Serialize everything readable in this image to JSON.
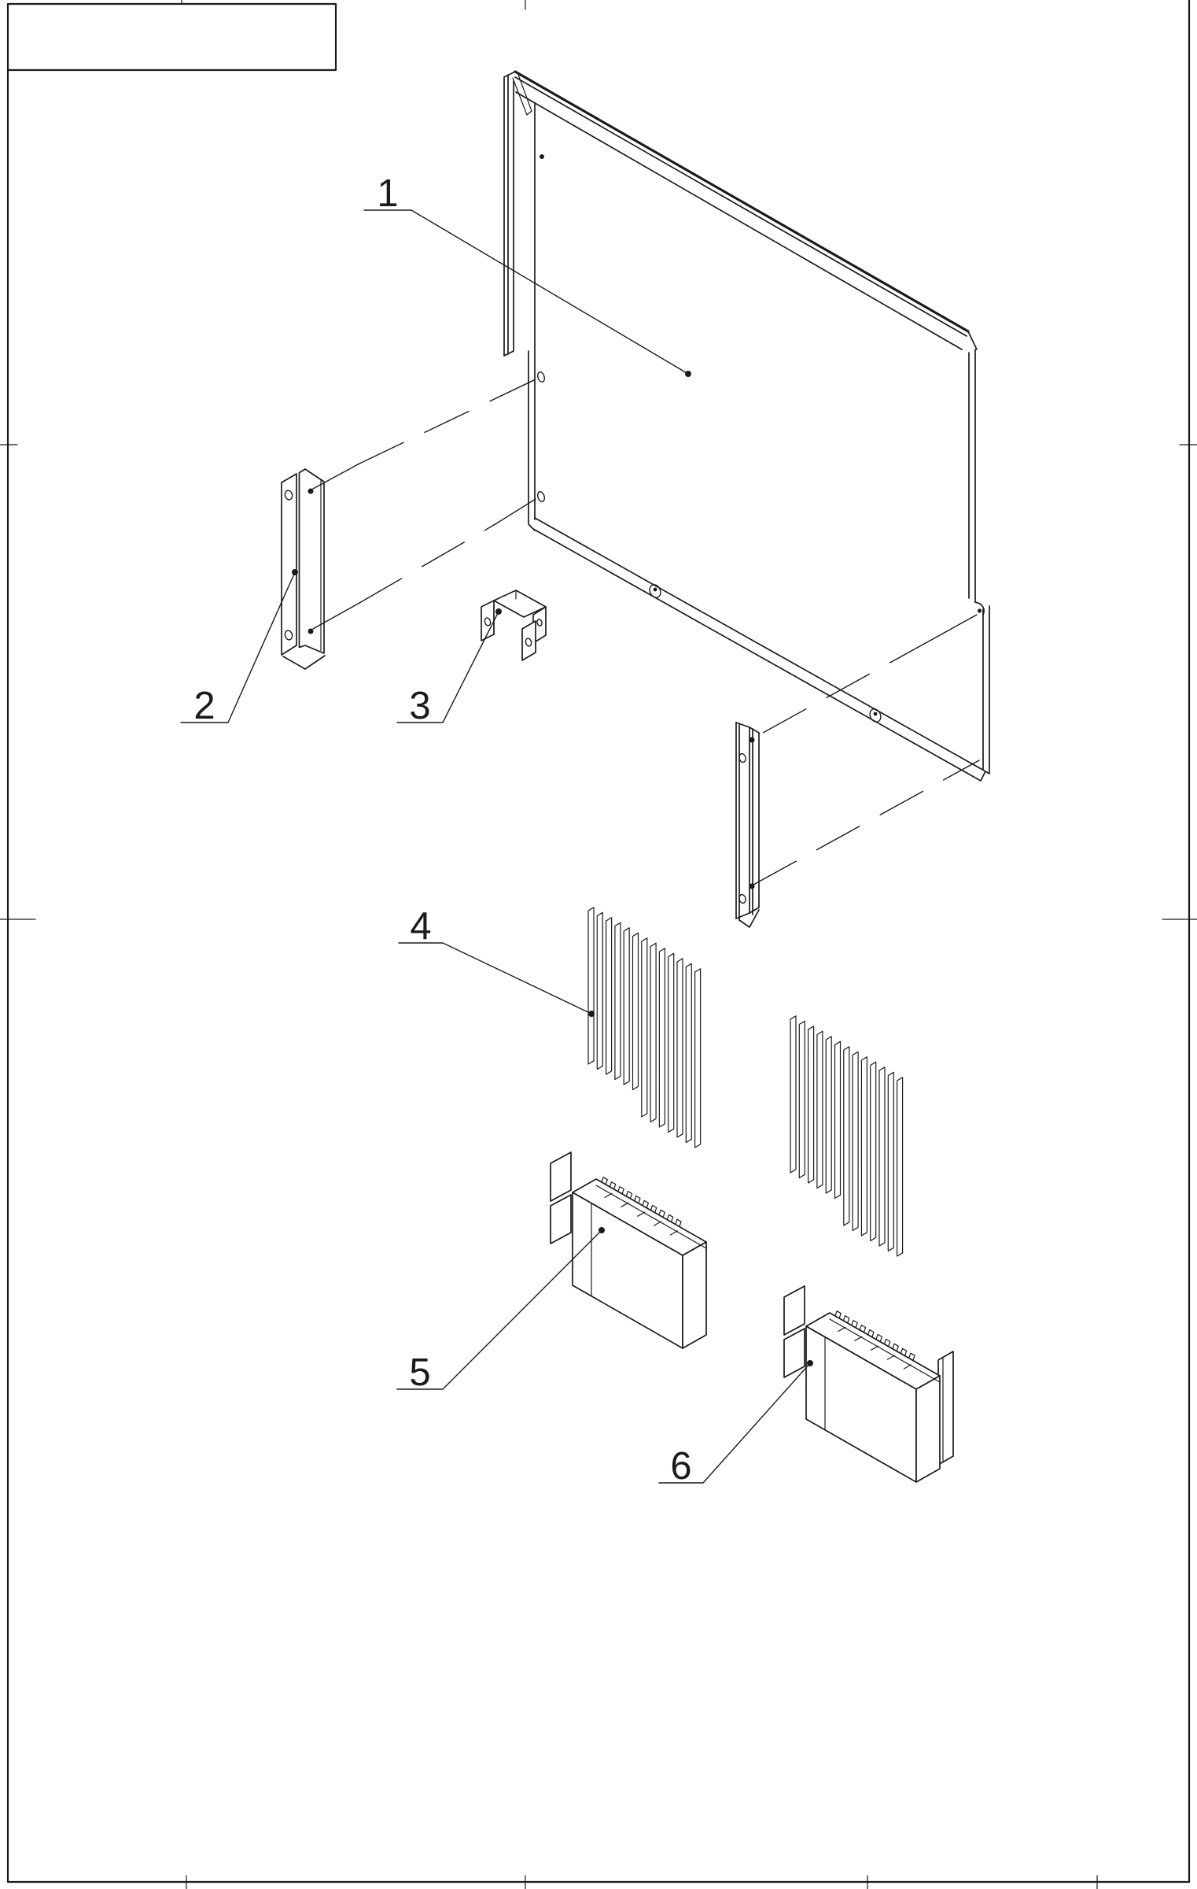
{
  "sheet": {
    "background_color": "#ffffff",
    "line_color": "#1b1b1b",
    "title_block_text": ""
  },
  "callouts": [
    {
      "label": "1"
    },
    {
      "label": "2"
    },
    {
      "label": "3"
    },
    {
      "label": "4"
    },
    {
      "label": "5"
    },
    {
      "label": "6"
    }
  ]
}
